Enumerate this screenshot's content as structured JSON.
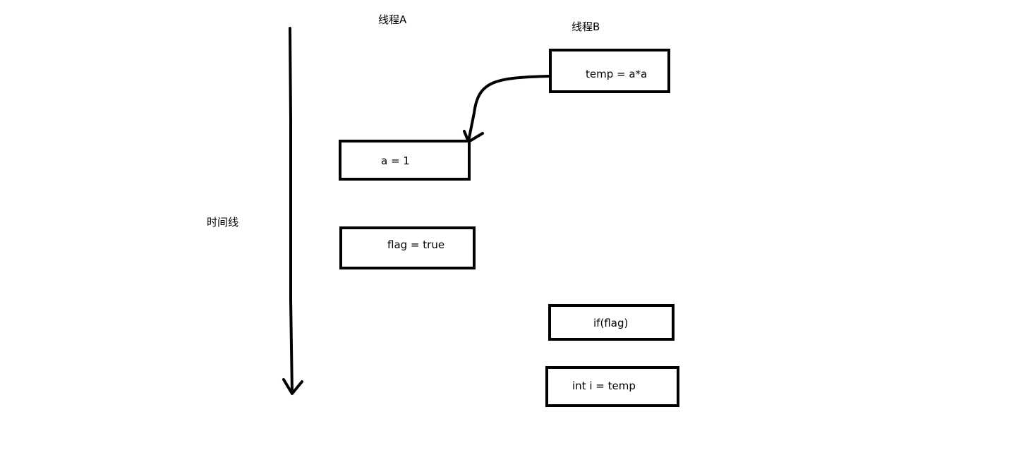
{
  "labels": {
    "thread_a": "线程A",
    "thread_b": "线程B",
    "timeline": "时间线"
  },
  "thread_a_steps": [
    "a = 1",
    "flag = true"
  ],
  "thread_b_steps": [
    "temp = a*a",
    "if(flag)",
    "int i = temp"
  ],
  "colors": {
    "stroke": "#000000",
    "background": "#ffffff"
  },
  "icons": {
    "timeline": "down-arrow-icon",
    "reorder": "curved-arrow-icon"
  }
}
